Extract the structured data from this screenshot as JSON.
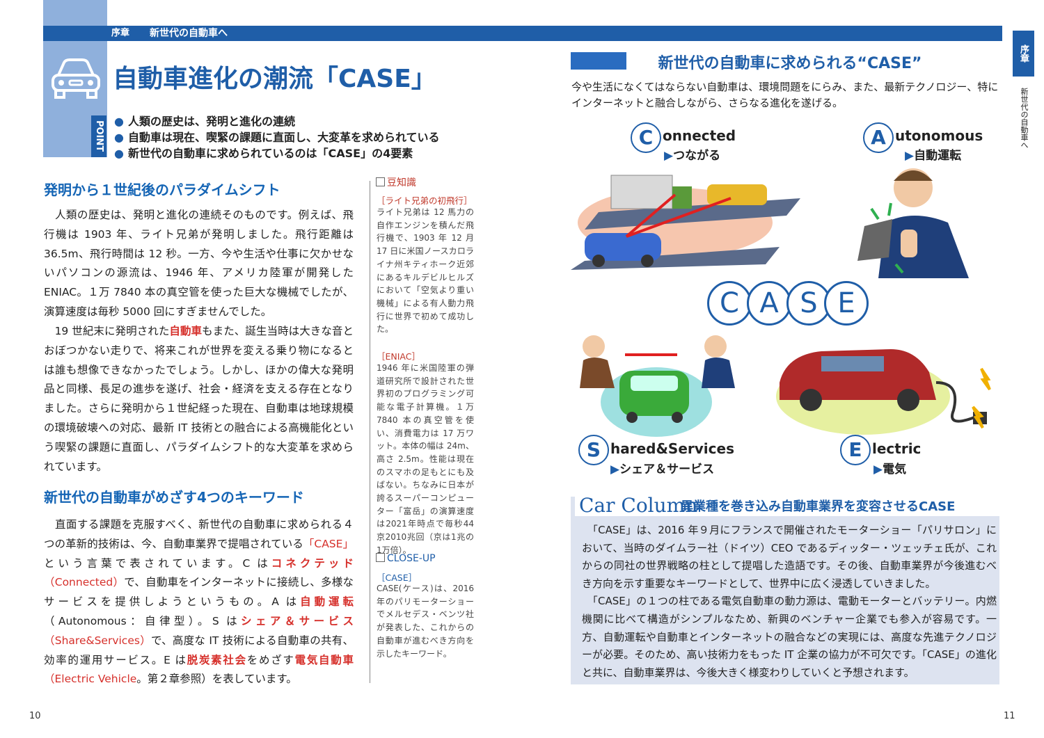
{
  "header": {
    "chapter_label": "序章",
    "chapter_title": "新世代の自動車へ",
    "main_title": "自動車進化の潮流「CASE」",
    "point_label": "POINT",
    "points": [
      "人類の歴史は、発明と進化の連続",
      "自動車は現在、喫緊の課題に直面し、大変革を求められている",
      "新世代の自動車に求められているのは「CASE」の4要素"
    ]
  },
  "side_tab": {
    "label": "序章",
    "text": "新世代の自動車へ"
  },
  "left": {
    "section1_title": "発明から１世紀後のパラダイムシフト",
    "section1_para1": "　人類の歴史は、発明と進化の連続そのものです。例えば、飛行機は 1903 年、ライト兄弟が発明しました。飛行距離は36.5m、飛行時間は 12 秒。一方、今や生活や仕事に欠かせないパソコンの源流は、1946 年、アメリカ陸軍が開発したENIAC。１万 7840 本の真空管を使った巨大な機械でしたが、演算速度は毎秒 5000 回にすぎませんでした。",
    "section1_para2a": "　19 世紀末に発明された",
    "section1_para2_term": "自動車",
    "section1_para2b": "もまた、誕生当時は大きな音とおぼつかない走りで、将来これが世界を変える乗り物になるとは誰も想像できなかったでしょう。しかし、ほかの偉大な発明品と同様、長足の進歩を遂げ、社会・経済を支える存在となりました。さらに発明から１世紀経った現在、自動車は地球規模の環境破壊への対応、最新 IT 技術との融合による高機能化という喫緊の課題に直面し、パラダイムシフト的な大変革を求められています。",
    "section2_title": "新世代の自動車がめざす4つのキーワード",
    "s2_a": "　直面する課題を克服すべく、新世代の自動車に求められる４つの革新的技術は、今、自動車業界で提唱されている",
    "s2_case": "「CASE」",
    "s2_b": "という言葉で表されています。C は",
    "s2_connected_jp": "コネクテッド",
    "s2_connected_en": "（Connected）",
    "s2_c": "で、自動車をインターネットに接続し、多様なサービスを提供しようというもの。A は",
    "s2_auto": "自動運転",
    "s2_d": "（Autonomous：自律型）。S は",
    "s2_share": "シェア＆サービス",
    "s2_share_en": "（Share&Services）",
    "s2_e": "で、高度な IT 技術による自動車の共有、効率的運用サービス。E は",
    "s2_decarb": "脱炭素社会",
    "s2_f": "をめざす",
    "s2_ev": "電気自動車",
    "s2_ev_en": "（Electric Vehicle",
    "s2_g": "。第２章参照）を表しています。"
  },
  "sidebar": {
    "tip_heading": "豆知識",
    "tip1_title": "［ライト兄弟の初飛行］",
    "tip1_body": "ライト兄弟は 12 馬力の自作エンジンを積んだ飛行機で、1903 年 12 月 17 日に米国ノースカロライナ州キティホーク近郊にあるキルデビルヒルズにおいて「空気より重い機械」による有人動力飛行に世界で初めて成功した。",
    "tip2_title": "［ENIAC］",
    "tip2_body": "1946 年に米国陸軍の弾道研究所で設計された世界初のプログラミング可能な電子計算機。１万 7840 本の真空管を使い、消費電力は 17 万ワット。本体の幅は 24m、高さ 2.5m。性能は現在のスマホの足もとにも及ばない。ちなみに日本が誇るスーパーコンピューター「富岳」の演算速度は2021年時点で毎秒44京2010兆回（京は1兆の1万倍）。",
    "closeup_heading": "CLOSE-UP",
    "closeup_title": "［CASE］",
    "closeup_body": "CASE(ケース)は、2016年のパリモーターショーでメルセデス・ベンツ社が発表した、これからの自動車が進むべき方向を示したキーワード。"
  },
  "right": {
    "banner_title": "新世代の自動車に求められる“CASE”",
    "intro": "今や生活になくてはならない自動車は、環境問題をにらみ、また、最新テクノロジー、特にインターネットと融合しながら、さらなる進化を遂げる。",
    "keywords": [
      {
        "letter": "C",
        "rest": "onnected",
        "jp": "つながる"
      },
      {
        "letter": "A",
        "rest": "utonomous",
        "jp": "自動運転"
      },
      {
        "letter": "S",
        "rest": "hared&Services",
        "jp": "シェア＆サービス"
      },
      {
        "letter": "E",
        "rest": "lectric",
        "jp": "電気"
      }
    ],
    "case_letters": [
      "C",
      "A",
      "S",
      "E"
    ],
    "arrow_glyph": "▶"
  },
  "column": {
    "brand": "Car Column",
    "title": "異業種を巻き込み自動車業界を変容させるCASE",
    "body1": "　「CASE」は、2016 年９月にフランスで開催されたモーターショー「パリサロン」において、当時のダイムラー社（ドイツ）CEO であるディッター・ツェッチェ氏が、これからの同社の世界戦略の柱として提唱した造語です。その後、自動車業界が今後進むべき方向を示す重要なキーワードとして、世界中に広く浸透していきました。",
    "body2": "　「CASE」の１つの柱である電気自動車の動力源は、電動モーターとバッテリー。内燃機関に比べて構造がシンプルなため、新興のベンチャー企業でも参入が容易です。一方、自動運転や自動車とインターネットの融合などの実現には、高度な先進テクノロジーが必要。そのため、高い技術力をもった IT 企業の協力が不可欠です。「CASE」の進化と共に、自動車業界は、今後大きく様変わりしていくと予想されます。"
  },
  "page_numbers": {
    "left": "10",
    "right": "11"
  },
  "colors": {
    "accent_blue": "#1f5ea8",
    "highlight_red": "#d6302b",
    "column_bg": "#dde3f0"
  }
}
